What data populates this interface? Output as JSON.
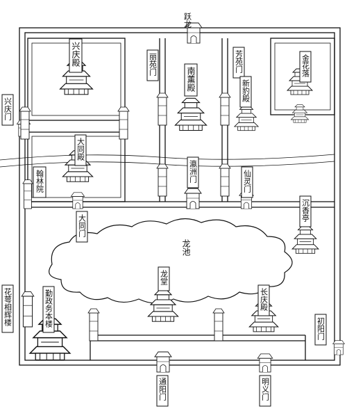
{
  "map": {
    "labels": {
      "yuelong": "跃龙",
      "xingqing_gate_west": "兴庆门",
      "xingqing_hall": "兴庆殿",
      "liyuan_gate": "丽苑门",
      "fangyuan_gate": "芳苑门",
      "nanxun_hall": "南薰殿",
      "xinbao_hall": "新豹殿",
      "jinhua_lou": "金花落",
      "datong_hall": "大同殿",
      "hanlin_yuan": "翰林院",
      "yingzhou_gate": "瀛洲门",
      "xianling_gate": "仙灵门",
      "chenxiang_ting": "沉香亭",
      "datong_gate": "大同门",
      "longchi": "龙池",
      "longtang": "龙堂",
      "changqing_hall": "长庆殿",
      "qinzheng_lou": "勤政务本楼",
      "huae_lou": "花萼相辉楼",
      "chuyang_gate": "初阳门",
      "tongyang_gate": "通阳门",
      "mingyi_gate": "明义门"
    }
  }
}
